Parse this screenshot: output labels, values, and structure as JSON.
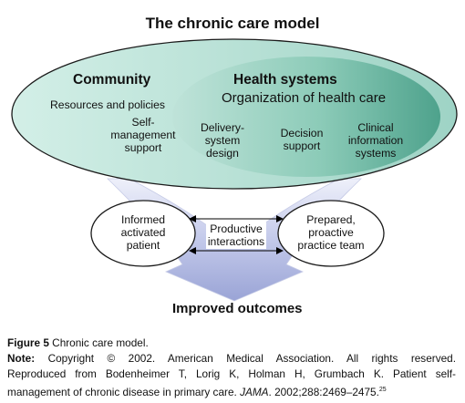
{
  "diagram": {
    "title": "The chronic care model",
    "community": {
      "heading": "Community",
      "resources": "Resources and policies",
      "self_management": [
        "Self-",
        "management",
        "support"
      ]
    },
    "health_systems": {
      "heading": "Health systems",
      "subheading": "Organization of health care",
      "delivery_design": [
        "Delivery-",
        "system",
        "design"
      ],
      "decision_support": [
        "Decision",
        "support"
      ],
      "clinical_info": [
        "Clinical",
        "information",
        "systems"
      ]
    },
    "patient": [
      "Informed",
      "activated",
      "patient"
    ],
    "interactions": [
      "Productive",
      "interactions"
    ],
    "team": [
      "Prepared,",
      "proactive",
      "practice team"
    ],
    "outcome": "Improved outcomes",
    "colors": {
      "outer_ellipse": "#bfe6dc",
      "inner_ellipse": "#6fb8a4",
      "arrow": "#b7bfe0"
    }
  },
  "caption": {
    "figure_label": "Figure 5",
    "figure_text": "Chronic care model.",
    "note_label": "Note:",
    "note_line1": "Copyright © 2002. American Medical Association. All rights reserved.",
    "note_line2": "Reproduced from Bodenheimer T, Lorig K, Holman H, Grumbach K. Patient self-",
    "note_line3_pre": "management of chronic disease in primary care. ",
    "journal": "JAMA",
    "note_line3_post": ". 2002;288:2469–2475.",
    "ref_number": "25"
  }
}
